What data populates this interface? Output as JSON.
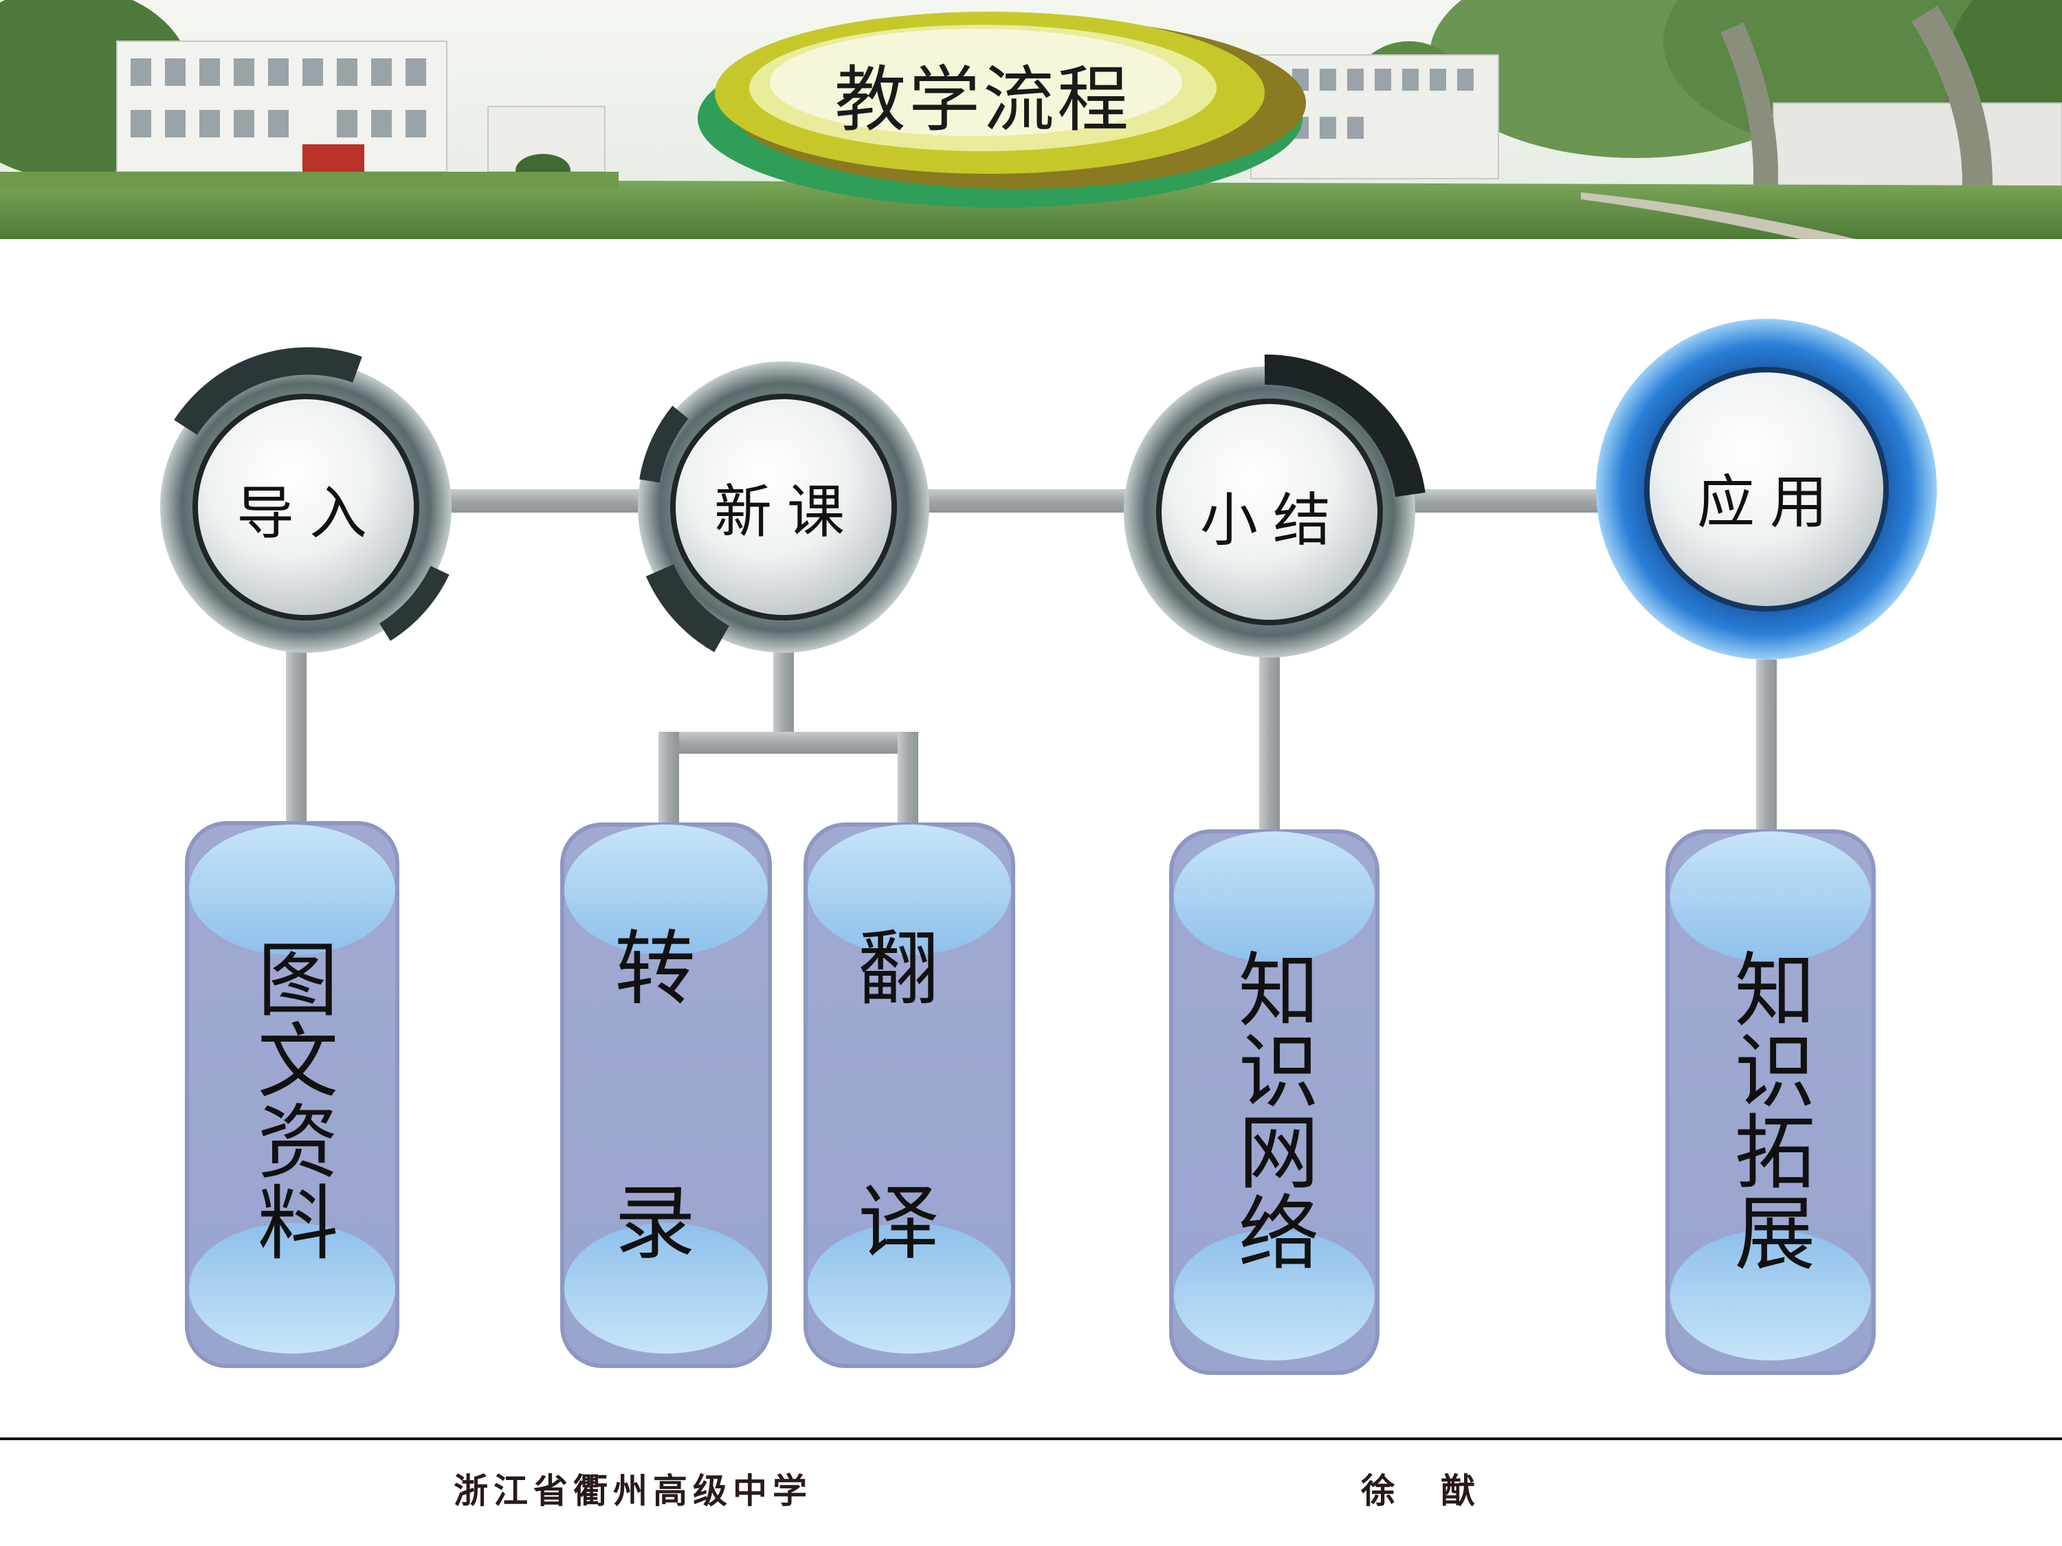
{
  "header": {
    "title": "教学流程"
  },
  "flow": {
    "nodes": [
      {
        "label": "导入"
      },
      {
        "label": "新课"
      },
      {
        "label": "小结"
      },
      {
        "label": "应用"
      }
    ],
    "boxes": {
      "intro": "图文资料",
      "transcribe_top": "转",
      "transcribe_bottom": "录",
      "translate_top": "翻",
      "translate_bottom": "译",
      "summary": "知识网络",
      "apply": "知识拓展"
    }
  },
  "footer": {
    "school": "浙江省衢州高级中学",
    "author": "徐　猷"
  },
  "colors": {
    "node_ring_gray": "#5f6f72",
    "node_ring_blue": "#2a7fd8",
    "box_fill": "#9fa9d2",
    "box_highlight": "#a9d2f2",
    "connector": "#a9adb0",
    "title_oval_yellow": "#c6c82a",
    "title_oval_green": "#2f9e58"
  }
}
